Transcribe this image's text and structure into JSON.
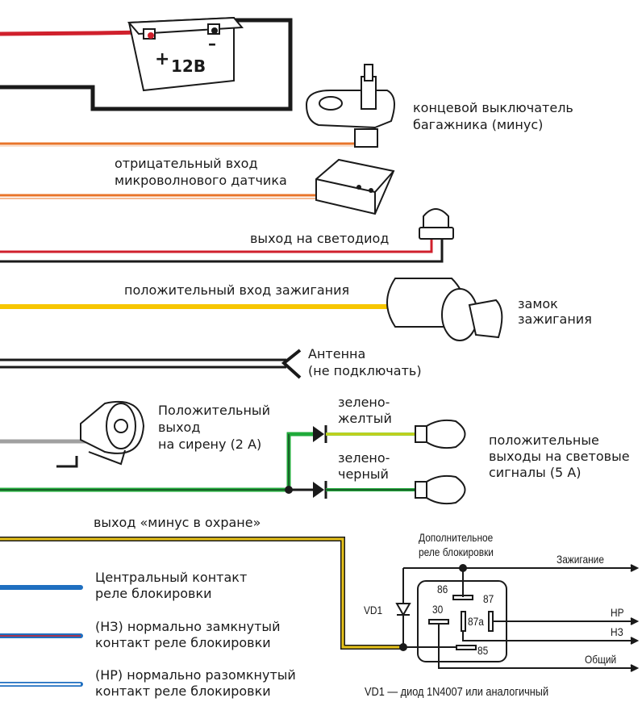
{
  "battery": {
    "label": "12В",
    "plus": "+",
    "minus": "–"
  },
  "labels": {
    "trunk_switch": [
      "концевой выключатель",
      "багажника (минус)"
    ],
    "microwave": [
      "отрицательный вход",
      "микроволнового датчика"
    ],
    "led_output": "выход на светодиод",
    "ignition_input": "положительный вход зажигания",
    "ignition_lock": [
      "замок",
      "зажигания"
    ],
    "antenna": [
      "Антенна",
      "(не подключать)"
    ],
    "siren": [
      "Положительный",
      "выход",
      "на сирену (2 А)"
    ],
    "green_yellow": [
      "зелено-",
      "желтый"
    ],
    "green_black": [
      "зелено-",
      "черный"
    ],
    "light_outputs": [
      "положительные",
      "выходы на световые",
      "сигналы (5 А)"
    ],
    "minus_armed": "выход «минус в охране»",
    "central_contact": [
      "Центральный контакт",
      "реле блокировки"
    ],
    "nc_contact": [
      "(НЗ) нормально замкнутый",
      "контакт реле блокировки"
    ],
    "no_contact": [
      "(НР) нормально разомкнутый",
      "контакт реле блокировки"
    ]
  },
  "relay": {
    "title": [
      "Дополнительное",
      "реле блокировки"
    ],
    "ignition": "Зажигание",
    "no": "НР",
    "nc": "НЗ",
    "common": "Общий",
    "diode": "VD1",
    "pins": {
      "p86": "86",
      "p87": "87",
      "p30": "30",
      "p87a": "87a",
      "p85": "85"
    },
    "note": "VD1 — диод 1N4007 или аналогичный"
  },
  "colors": {
    "red": "#d0202c",
    "black": "#1a1a1a",
    "orange": "#e8742a",
    "yellow": "#f7c600",
    "gray": "#a0a0a0",
    "green": "#1faa3a",
    "blue": "#1f6fc0",
    "relay_yellow": "#e7c21a"
  }
}
